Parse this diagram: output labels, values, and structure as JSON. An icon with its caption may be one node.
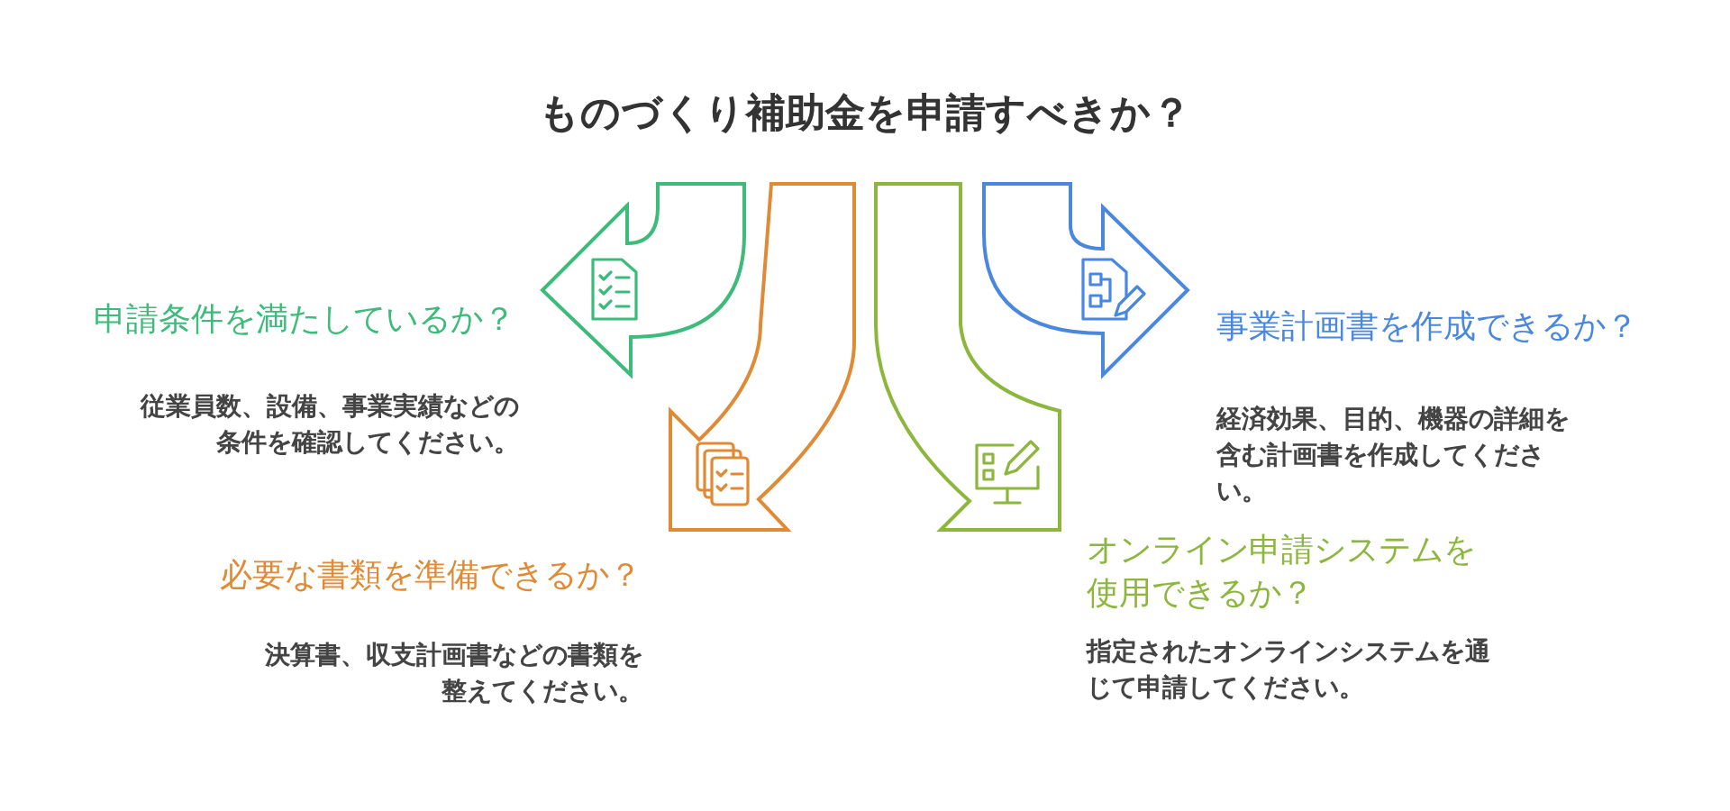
{
  "diagram": {
    "title": "ものづくり補助金を申請すべきか？",
    "labels": [
      "申請条件を満たしているか？",
      "従業員数、設備、事業実績などの条件を確認してください。",
      "事業計画書を作成できるか？",
      "経済効果、目的、機器の詳細を含む計画書を作成してください。",
      "必要な書類を準備できるか？",
      "決算書、収支計画書などの書類を整えてください。",
      "オンライン申請システムを使用できるか？",
      "指定されたオンラインシステムを通じて申請してください。"
    ]
  }
}
